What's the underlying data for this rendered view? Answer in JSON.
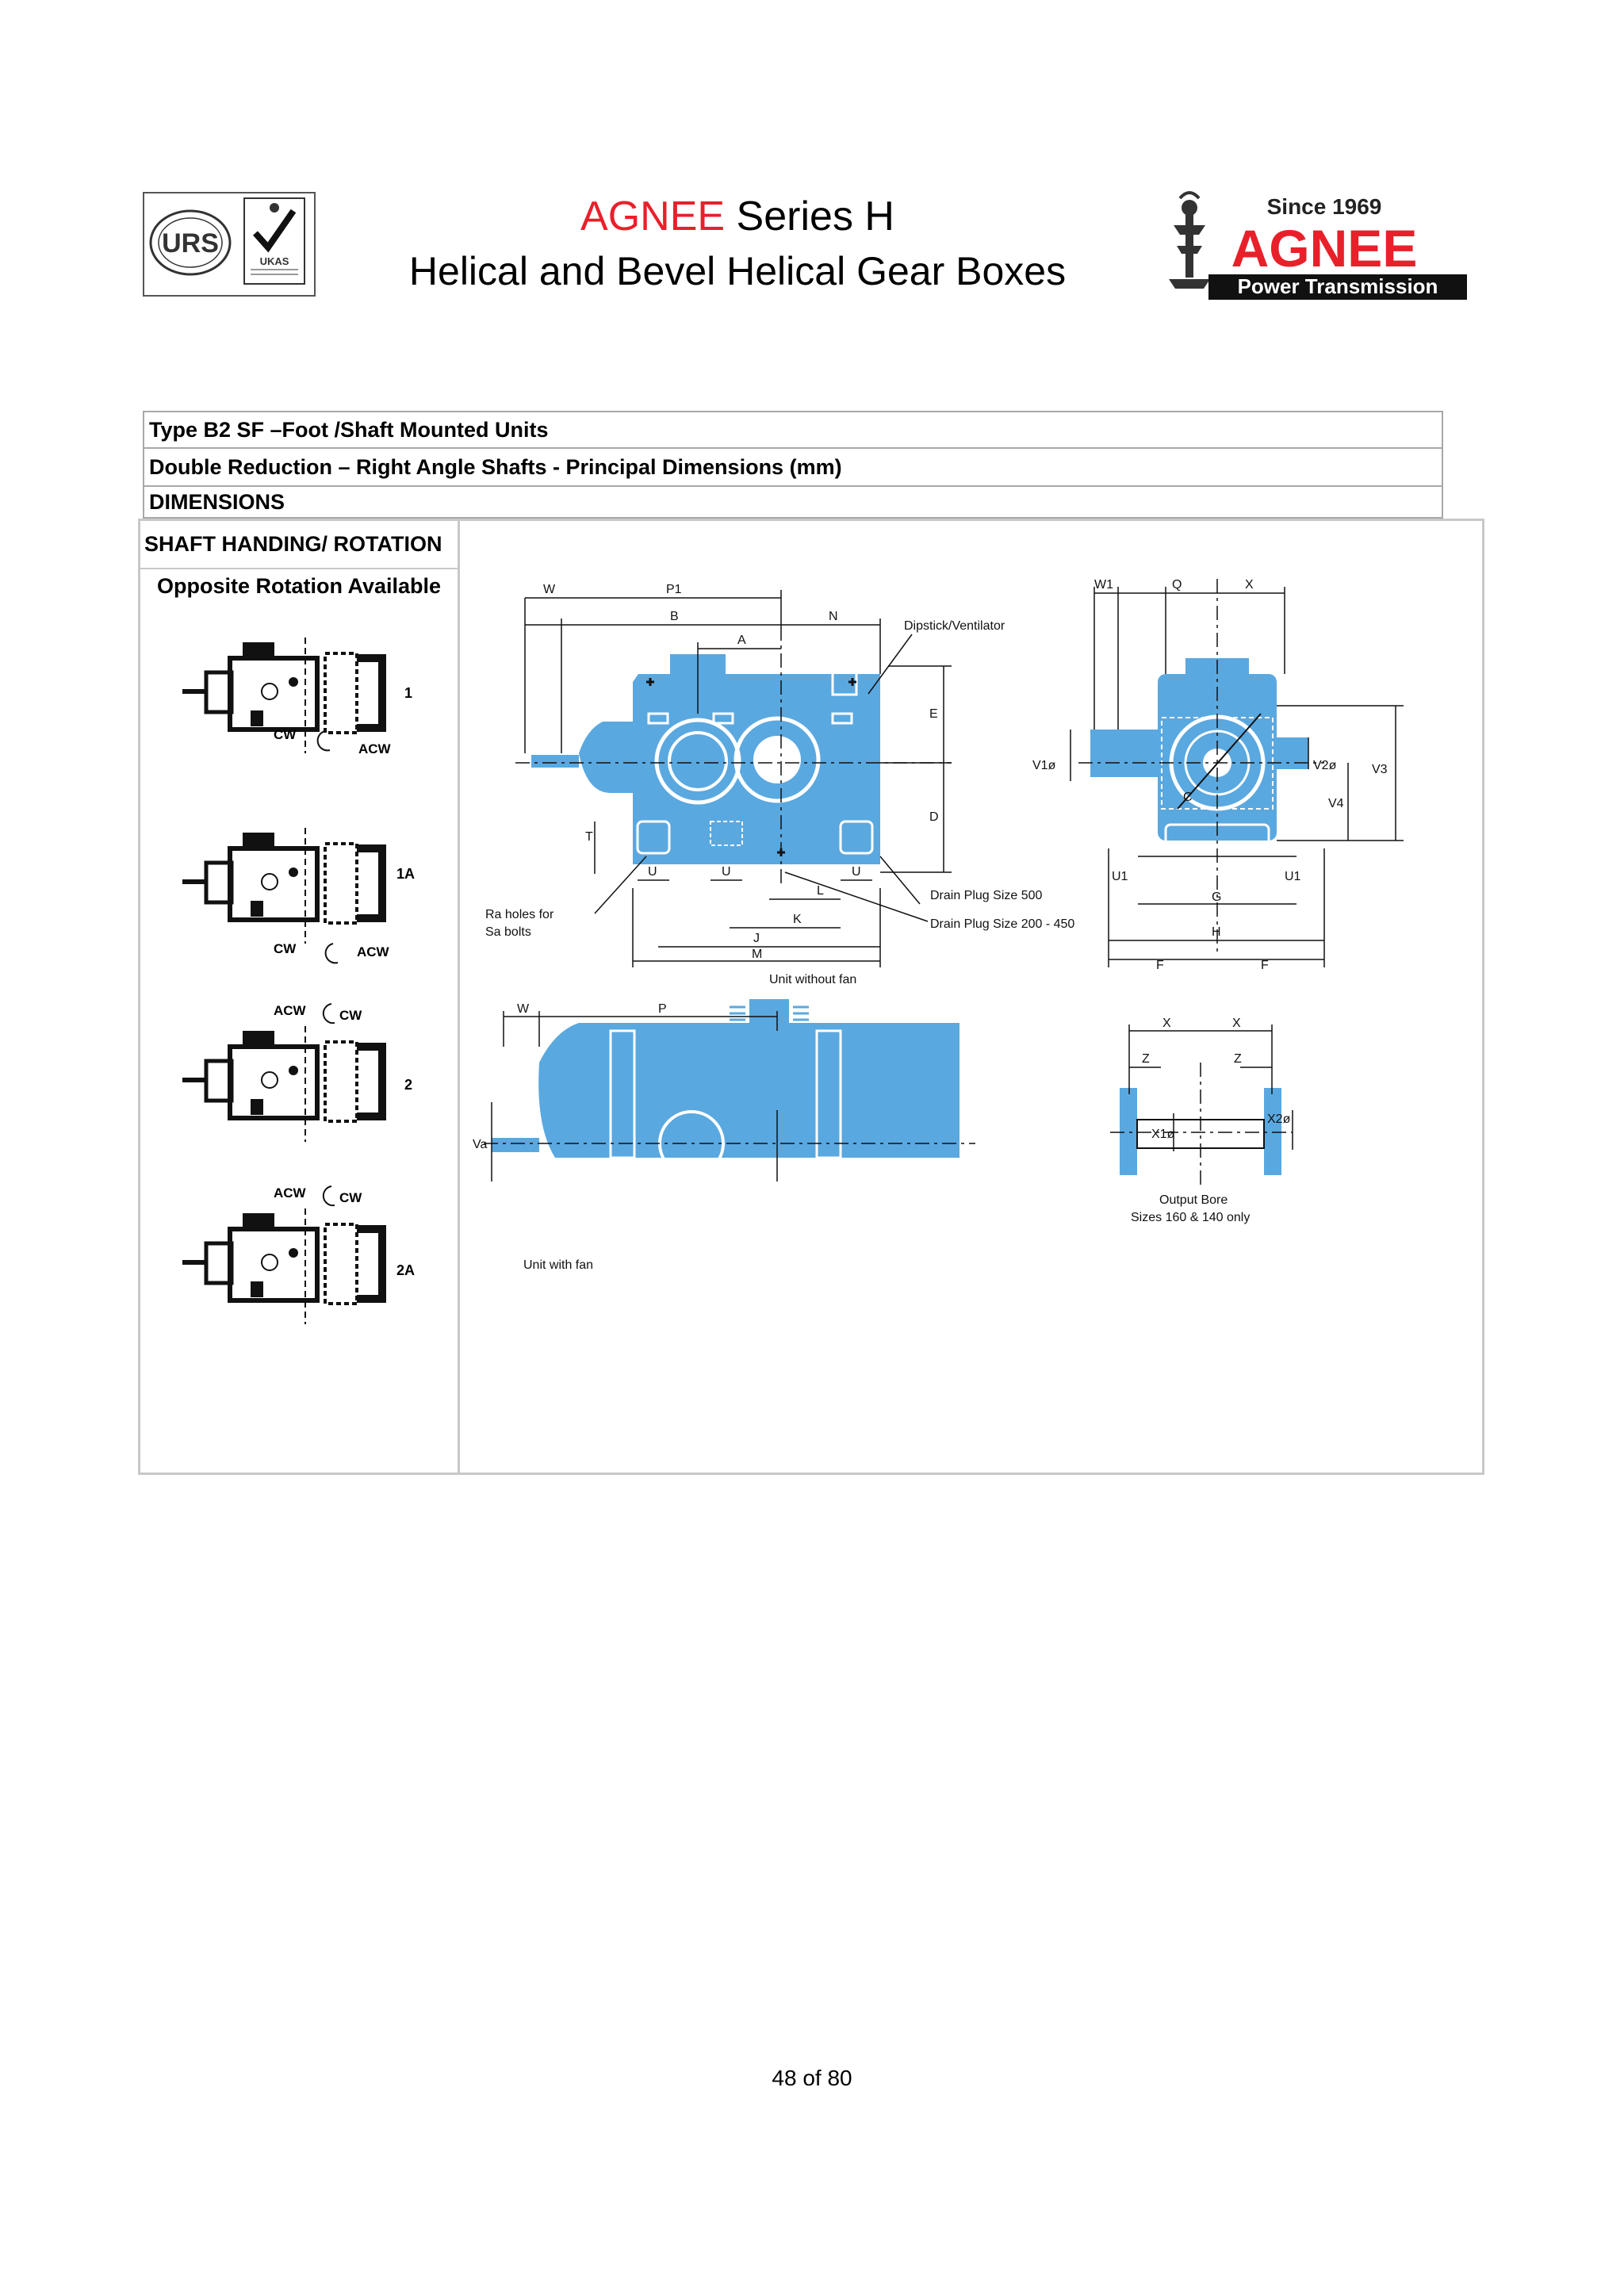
{
  "header": {
    "brand": "AGNEE",
    "series": "Series H",
    "subtitle": "Helical and Bevel Helical Gear Boxes",
    "logo_since": "Since 1969",
    "logo_name": "AGNEE",
    "logo_tagline": "Power Transmission",
    "cert_logo_text": "URS",
    "cert_badge_text": "UKAS"
  },
  "table": {
    "type_row": "Type B2 SF  –Foot /Shaft Mounted Units",
    "desc_row": "Double Reduction – Right Angle Shafts - Principal Dimensions (mm)",
    "section_row": "DIMENSIONS",
    "left_header": "SHAFT HANDING/ ROTATION",
    "left_subheader": "Opposite Rotation Available"
  },
  "handing": [
    {
      "label": "1",
      "cw": "CW",
      "acw": "ACW"
    },
    {
      "label": "1A",
      "cw": "CW",
      "acw": "ACW"
    },
    {
      "label": "2",
      "cw": "CW",
      "acw": "ACW"
    },
    {
      "label": "2A",
      "cw": "CW",
      "acw": "ACW"
    }
  ],
  "drawing": {
    "dims_top": [
      "W",
      "P1",
      "B",
      "A",
      "N"
    ],
    "dims_side": [
      "E",
      "D",
      "T"
    ],
    "dims_bottom": [
      "U",
      "U",
      "U",
      "L",
      "K",
      "J",
      "M"
    ],
    "note_dipstick": "Dipstick/Ventilator",
    "note_drain1": "Drain Plug Size 500",
    "note_drain2": "Drain Plug Size 200 - 450",
    "note_holes1": "Ra holes for",
    "note_holes2": "Sa bolts",
    "note_nofan": "Unit without fan",
    "end_dims_top": [
      "W1",
      "Q",
      "X"
    ],
    "end_dims_side": [
      "V1ø",
      "V2ø",
      "V3",
      "V4",
      "C"
    ],
    "end_dims_bottom": [
      "U1",
      "U1",
      "G",
      "H",
      "F",
      "F"
    ],
    "fan_dims": [
      "W",
      "P",
      "Va"
    ],
    "note_fan": "Unit with fan",
    "bore_dims": [
      "X",
      "X",
      "Z",
      "Z",
      "X1ø",
      "X2ø"
    ],
    "note_bore1": "Output Bore",
    "note_bore2": "Sizes 160 & 140 only"
  },
  "colors": {
    "brand_red": "#e8202a",
    "drawing_blue": "#5aa8e0"
  },
  "footer": {
    "page": "48 of 80"
  }
}
